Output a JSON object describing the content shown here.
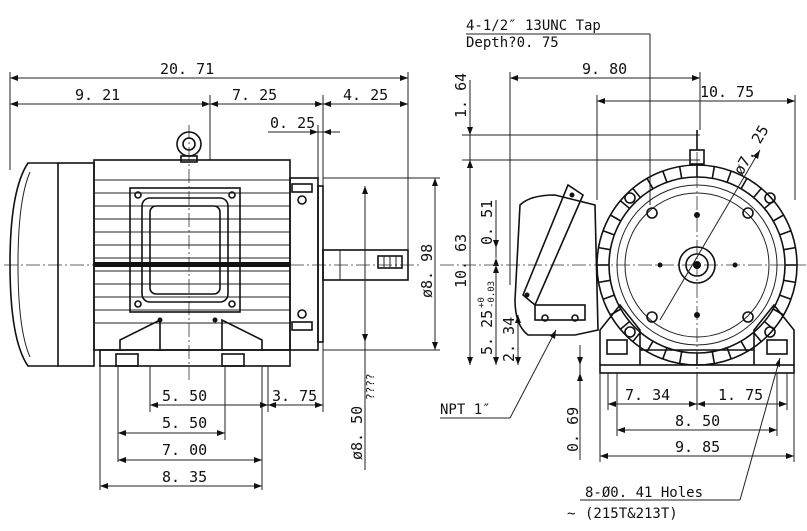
{
  "side_view": {
    "dims": {
      "overall_length": "20. 71",
      "seg_left": "9. 21",
      "seg_mid": "7. 25",
      "seg_right": "4. 25",
      "shaft_step": "0. 25",
      "shaft_dia": "ø8. 98",
      "pilot_dia": "ø8. 50",
      "pilot_tol": "????",
      "foot_a": "5. 50",
      "foot_b": "5. 50",
      "foot_c": "7. 00",
      "foot_d": "8. 35",
      "shaft_ext": "3. 75"
    }
  },
  "front_view": {
    "notes": {
      "tap_line1": "4-1/2″ 13UNC Tap",
      "tap_line2": "Depth?0. 75",
      "npt": "NPT 1″",
      "holes_line1": "8-Ø0. 41 Holes",
      "holes_line2": "(215T&213T)",
      "holes_prefix": "~"
    },
    "dims": {
      "top_a": "9. 80",
      "top_b": "10. 75",
      "top_offset": "1. 64",
      "height": "10. 63",
      "box_offset": "0. 51",
      "center_height": "5. 25",
      "center_tol_up": "+0",
      "center_tol_down": "-0.03",
      "foot_h": "2. 34",
      "base_h": "0. 69",
      "bolt_circle": "ø7. 25",
      "base_a": "7. 34",
      "base_b": "1. 75",
      "base_c": "8. 50",
      "base_d": "9. 85"
    }
  }
}
